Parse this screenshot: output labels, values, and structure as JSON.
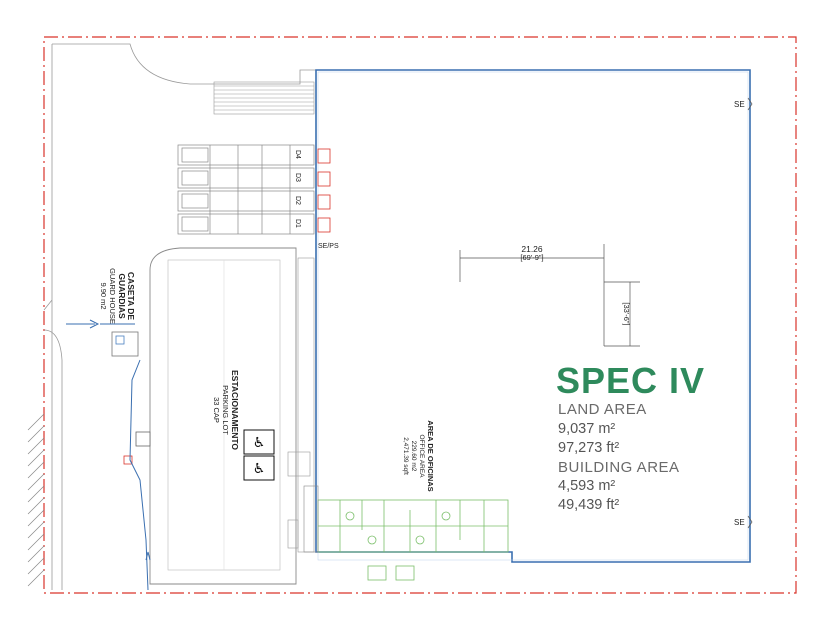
{
  "spec": {
    "title": "SPEC IV",
    "land_area_label": "LAND AREA",
    "land_area_m2": "9,037 m²",
    "land_area_ft2": "97,273 ft²",
    "building_area_label": "BUILDING AREA",
    "building_area_m2": "4,593 m²",
    "building_area_ft2": "49,439 ft²"
  },
  "plan": {
    "dimension_width": "21.26",
    "dimension_width_ft": "[69'-9\"]",
    "dimension_depth": "[33'-6\"]",
    "se_top": "SE",
    "se_bottom": "SE",
    "se_ps": "SE/PS",
    "docks": [
      "D4",
      "D3",
      "D2",
      "D1"
    ],
    "guard_house": {
      "line1": "CASETA DE",
      "line2": "GUARDIAS",
      "line3": "GUARD HOUSE",
      "area": "9.90 m2"
    },
    "parking": {
      "line1": "ESTACIONAMENTO",
      "line2": "PARKING LOT",
      "line3": "33 CAP"
    },
    "office": {
      "line1": "AREA DE OFICINAS",
      "line2": "OFFICE AREA",
      "line3": "229.60 m2",
      "line4": "2,471.39 sqft"
    }
  },
  "colors": {
    "property_line": "#d9342b",
    "building_outline": "#3a6fb0",
    "accent_green": "#2e8a5c",
    "office_green": "#7bbf6a"
  }
}
